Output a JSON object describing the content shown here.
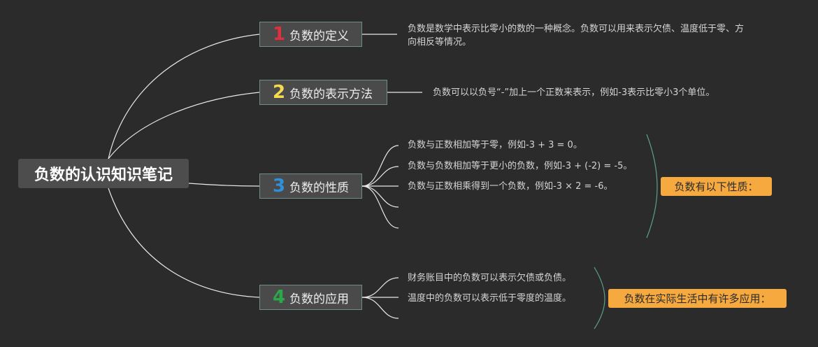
{
  "root": {
    "title": "负数的认识知识笔记"
  },
  "branches": [
    {
      "number": "1",
      "label": "负数的定义",
      "number_color": "#e0303e"
    },
    {
      "number": "2",
      "label": "负数的表示方法",
      "number_color": "#f5d94e"
    },
    {
      "number": "3",
      "label": "负数的性质",
      "number_color": "#2f8fd8"
    },
    {
      "number": "4",
      "label": "负数的应用",
      "number_color": "#2aa84a"
    }
  ],
  "definition": {
    "text": "负数是数学中表示比零小的数的一种概念。负数可以用来表示欠债、温度低于零、方向相反等情况。"
  },
  "representation": {
    "text": "负数可以以负号“-”加上一个正数来表示，例如-3表示比零小3个单位。"
  },
  "properties": {
    "items": [
      "负数与正数相加等于零，例如-3 + 3 = 0。",
      "负数与负数相加等于更小的负数，例如-3 + (-2) = -5。",
      "负数与正数相乘得到一个负数，例如-3 × 2 = -6。",
      "",
      ""
    ],
    "summary": "负数有以下性质："
  },
  "applications": {
    "items": [
      "财务账目中的负数可以表示欠债或负债。",
      "温度中的负数可以表示低于零度的温度。",
      ""
    ],
    "summary": "负数在实际生活中有许多应用："
  },
  "colors": {
    "background": "#2b2b2b",
    "link": "#e8e8e8",
    "bracket": "#5aa08a",
    "summary_fill": "#f5a93e",
    "branch_border": "#6e8e86"
  }
}
